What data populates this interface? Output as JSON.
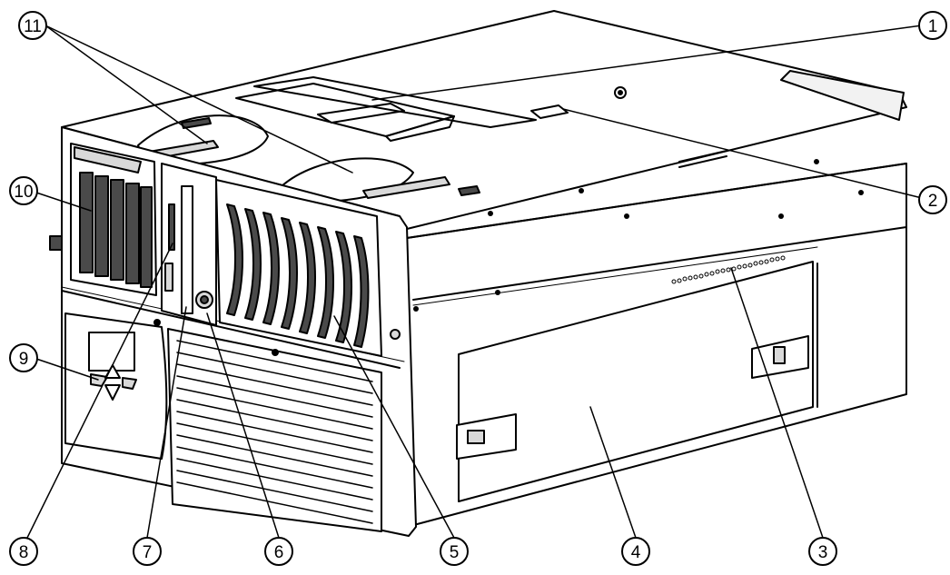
{
  "figure": {
    "callouts": [
      {
        "number": "1",
        "label": "1"
      },
      {
        "number": "2",
        "label": "2"
      },
      {
        "number": "3",
        "label": "3"
      },
      {
        "number": "4",
        "label": "4"
      },
      {
        "number": "5",
        "label": "5"
      },
      {
        "number": "6",
        "label": "6"
      },
      {
        "number": "7",
        "label": "7"
      },
      {
        "number": "8",
        "label": "8"
      },
      {
        "number": "9",
        "label": "9"
      },
      {
        "number": "10",
        "label": "10"
      },
      {
        "number": "11",
        "label": "11"
      }
    ],
    "colors": {
      "line": "#000000",
      "fill": "#ffffff",
      "shade": "#d9d9d9",
      "dark": "#4a4a4a"
    }
  }
}
